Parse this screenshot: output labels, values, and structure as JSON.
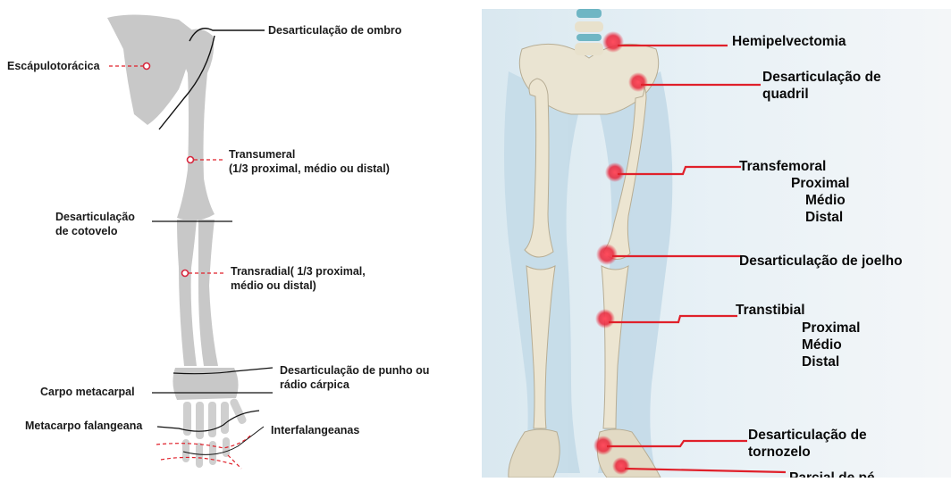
{
  "upper_limb": {
    "shoulder": "Desarticulação de ombro",
    "scapulothoracic": "Escápulotorácica",
    "transhumeral": [
      "Transumeral",
      "(1/3 proximal, médio ou distal)"
    ],
    "elbow": [
      "Desarticulação",
      "de cotovelo"
    ],
    "transradial": [
      "Transradial( 1/3 proximal,",
      "médio ou distal)"
    ],
    "wrist": [
      "Desarticulação de punho ou",
      "rádio cárpica"
    ],
    "carpometacarpal": "Carpo metacarpal",
    "metacarpophalangeal": "Metacarpo falangeana",
    "interphalangeal": "Interfalangeanas"
  },
  "lower_limb": {
    "hemipelvectomy": "Hemipelvectomia",
    "hip": [
      "Desarticulação de",
      "quadril"
    ],
    "transfemoral": [
      "Transfemoral",
      "Proximal",
      "Médio",
      "Distal"
    ],
    "knee": "Desarticulação de joelho",
    "transtibial": [
      "Transtibial",
      "Proximal",
      "Médio",
      "Distal"
    ],
    "ankle": [
      "Desarticulação de",
      "tornozelo"
    ],
    "partial_foot": "Parcial de pé"
  },
  "colors": {
    "bone_gray": "#c8c8c8",
    "marker_red": "#d7263d",
    "leader_red": "#e0202a",
    "skin": "#cfe3ee"
  }
}
